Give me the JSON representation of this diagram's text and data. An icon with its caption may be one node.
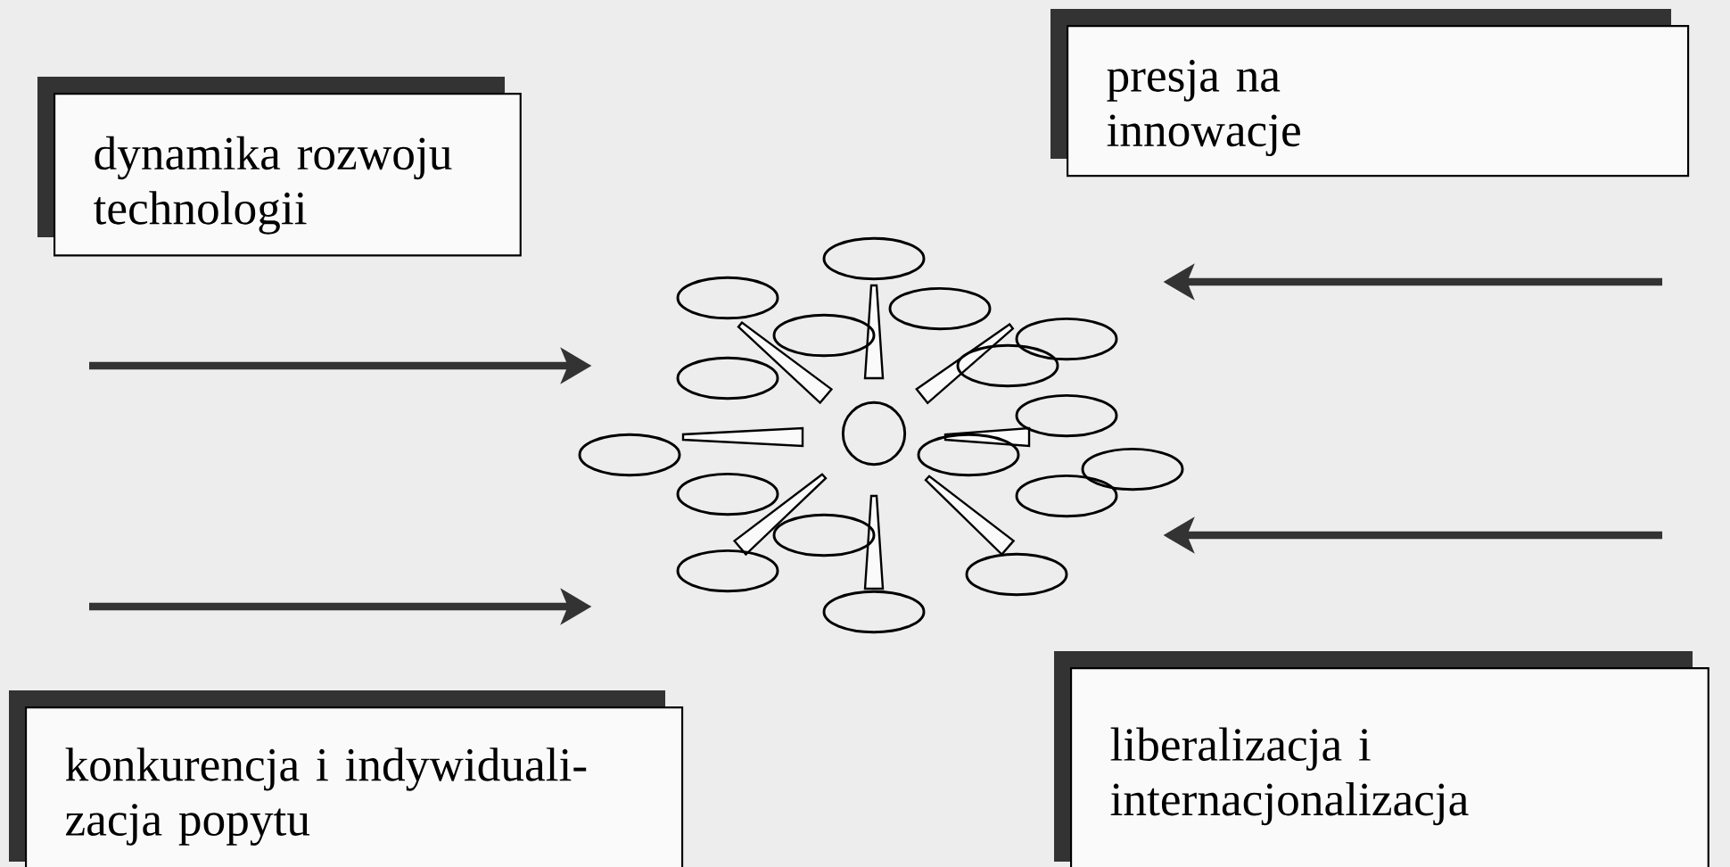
{
  "diagram": {
    "nodes": [
      {
        "text": [
          "dynamika rozwoju technologii"
        ]
      },
      {
        "text": [
          "presja na innowacje"
        ]
      },
      {
        "text": [
          "konkurencja i indywiduali- zacja popytu"
        ]
      },
      {
        "text": [
          "liberalizacja i internacjonalizacja"
        ]
      },
      {
        "text": [],
        "shape": "picture"
      }
    ],
    "edges": [
      {
        "from": null,
        "to": 4,
        "arrow": "to"
      },
      {
        "from": null,
        "to": 4,
        "arrow": "to"
      },
      {
        "from": null,
        "to": 4,
        "arrow": "to"
      },
      {
        "from": null,
        "to": 4,
        "arrow": "to"
      }
    ]
  }
}
